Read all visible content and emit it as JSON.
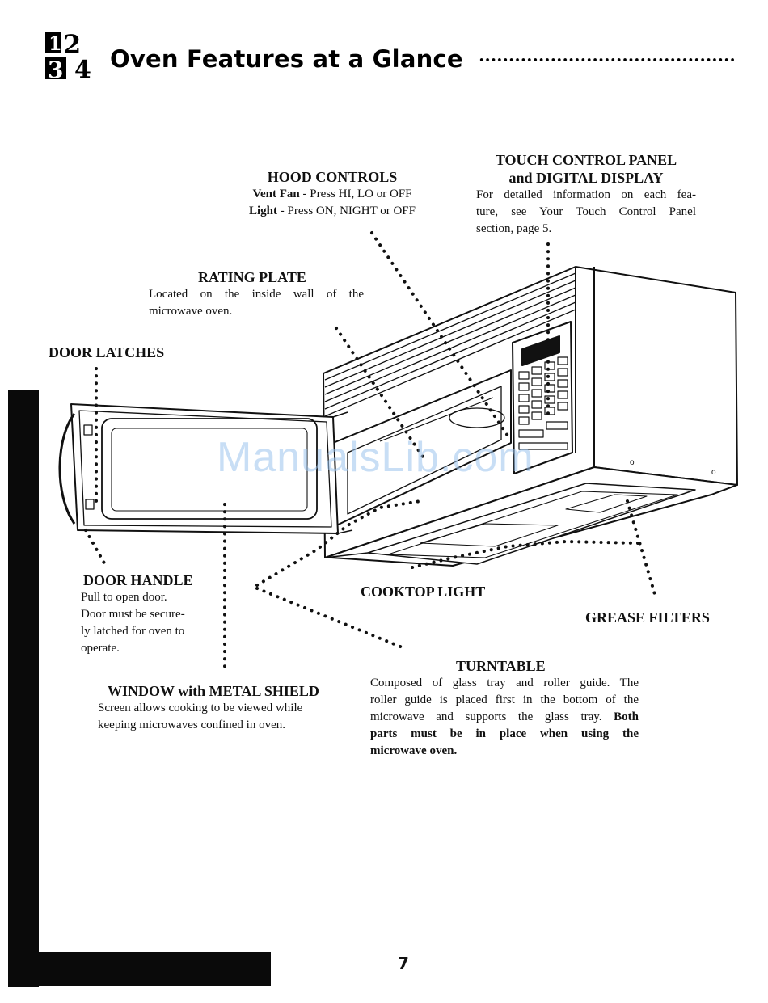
{
  "header": {
    "badge_digits": [
      "1",
      "2",
      "3",
      "4"
    ],
    "title": "Oven Features at a Glance"
  },
  "callouts": {
    "hood_controls": {
      "heading": "HOOD CONTROLS",
      "vent_label": "Vent Fan",
      "vent_text": " - Press HI, LO or OFF",
      "light_label": "Light",
      "light_text": " - Press ON, NIGHT or OFF"
    },
    "touch_control": {
      "heading_1": "TOUCH CONTROL PANEL",
      "heading_2": "and DIGITAL DISPLAY",
      "lines": [
        "For detailed information on each fea-",
        "ture, see Your Touch Control Panel",
        "section, page 5."
      ]
    },
    "rating_plate": {
      "heading": "RATING PLATE",
      "lines": [
        "Located on the inside wall of the",
        "microwave oven."
      ]
    },
    "door_latches": {
      "heading": "DOOR LATCHES"
    },
    "door_handle": {
      "heading": "DOOR HANDLE",
      "lines": [
        "Pull to open door.",
        "Door must be secure-",
        "ly latched for oven to",
        "operate."
      ]
    },
    "cooktop_light": {
      "heading": "COOKTOP LIGHT"
    },
    "grease_filters": {
      "heading": "GREASE FILTERS"
    },
    "window": {
      "heading": "WINDOW with METAL SHIELD",
      "lines": [
        "Screen allows cooking to be viewed while",
        "keeping microwaves confined in oven."
      ]
    },
    "turntable": {
      "heading": "TURNTABLE",
      "lines": [
        "Composed of glass tray and roller guide.  The",
        "roller guide is placed first in the bottom of the",
        "microwave and supports the glass tray."
      ],
      "bold_inline": " Both",
      "bold_lines": [
        "parts must be in place when using the",
        "microwave oven."
      ]
    }
  },
  "watermark": "ManualsLib.com",
  "page_number": "7"
}
